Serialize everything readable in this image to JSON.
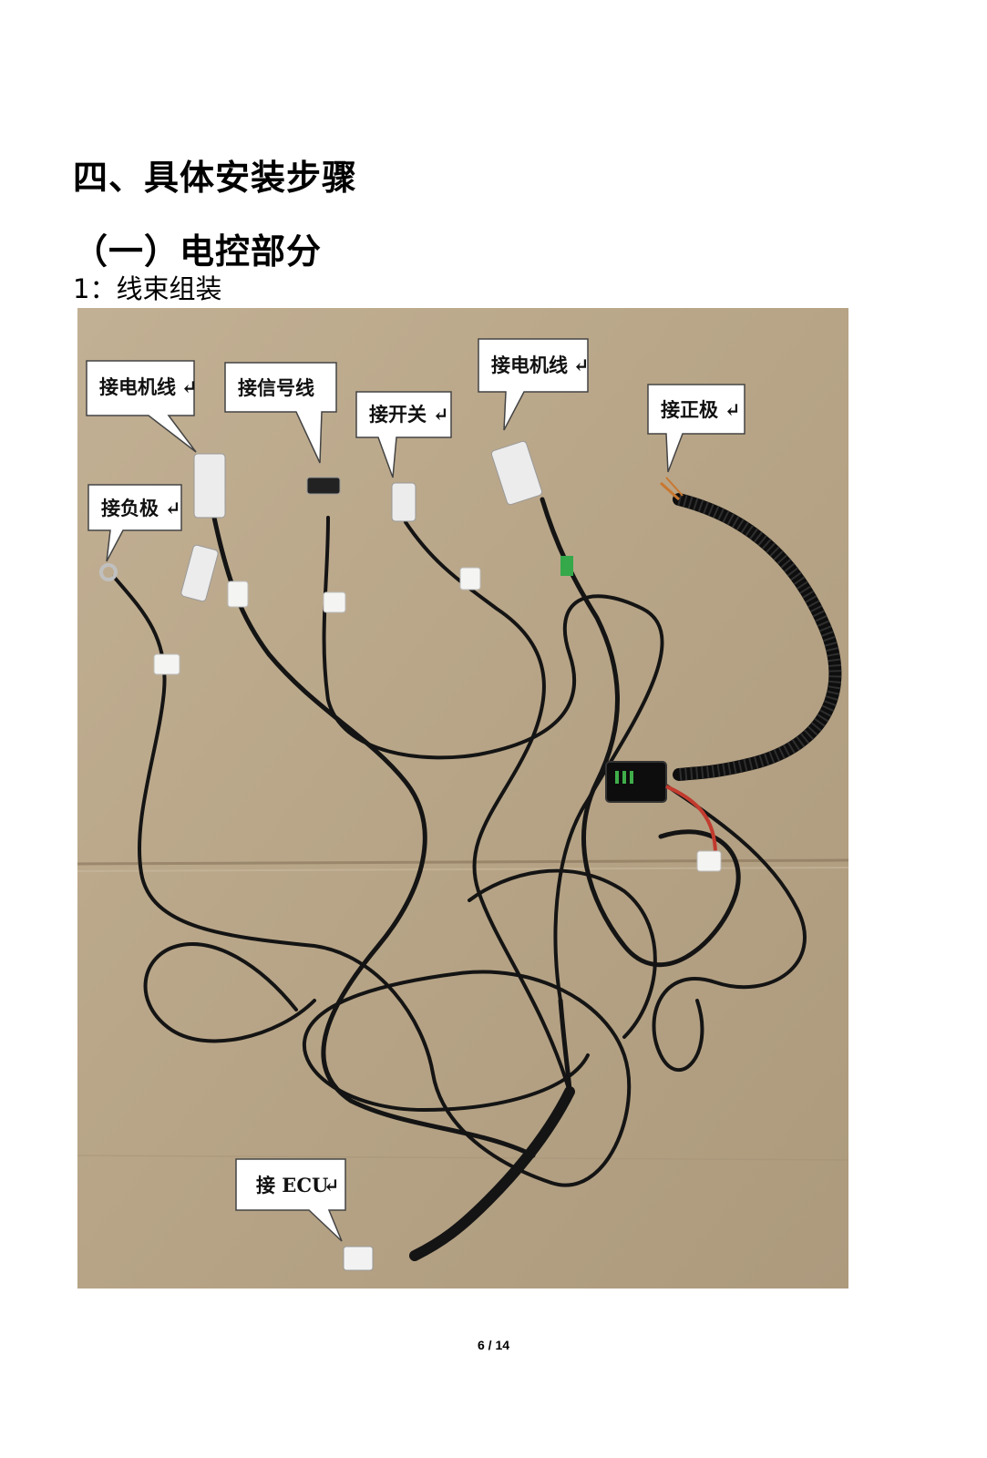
{
  "heading": {
    "section": "四、具体安装步骤",
    "subsection": "（一）电控部分",
    "step": "1：线束组装"
  },
  "figure": {
    "callouts": {
      "motor_wire_left": "接电机线",
      "signal_wire": "接信号线",
      "switch": "接开关",
      "motor_wire_right": "接电机线",
      "positive": "接正极",
      "negative": "接负极",
      "ecu": "接 ECU"
    },
    "return_mark": "↵",
    "colors": {
      "cardboard": "#b9a68a",
      "wire": "#141414",
      "callout_bg": "#ffffff",
      "connector": "#ececec"
    }
  },
  "footer": {
    "page": "6 / 14"
  }
}
